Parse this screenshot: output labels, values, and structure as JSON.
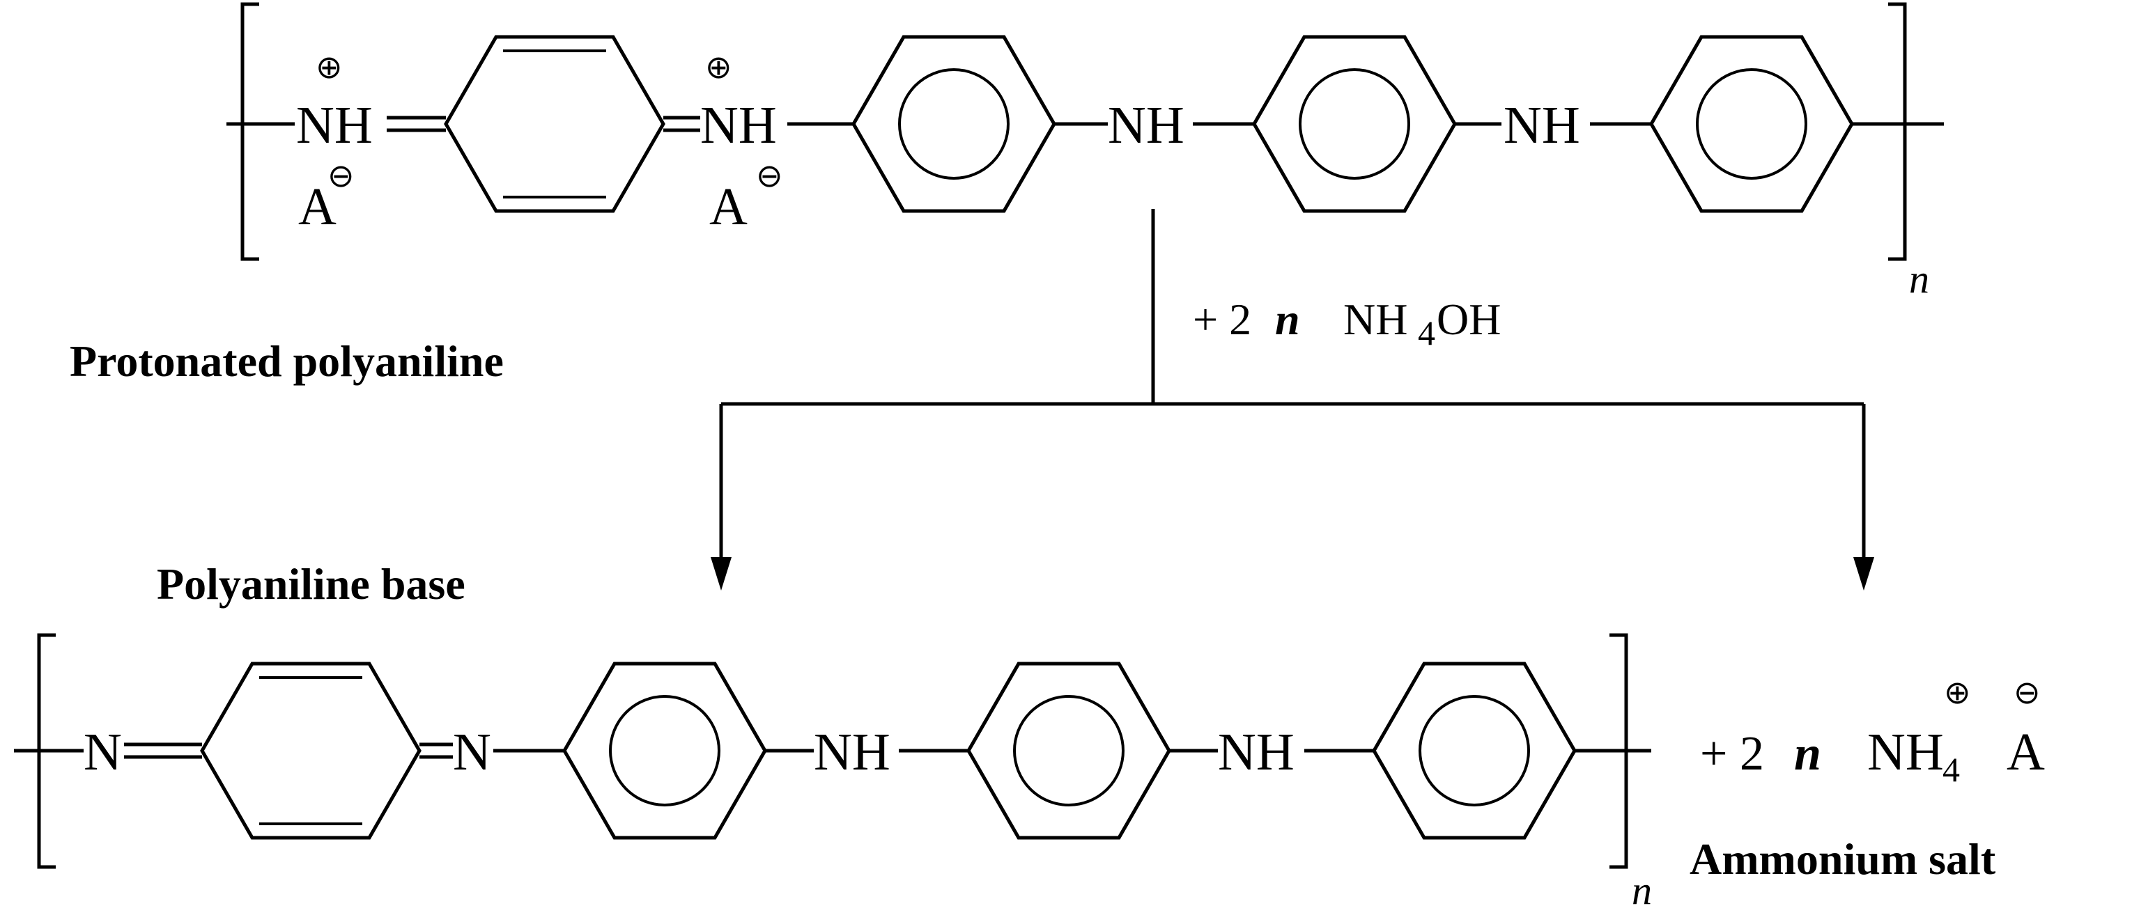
{
  "labels": {
    "reactant": "Protonated polyaniline",
    "product_base": "Polyaniline base",
    "product_salt": "Ammonium salt"
  },
  "reagent": {
    "coef": "+ 2",
    "n": "n",
    "species": "NH",
    "sub": "4",
    "tail": "OH"
  },
  "atoms": {
    "nh": "NH",
    "n": "N",
    "anion": "A",
    "repeat_n": "n"
  },
  "byproduct": {
    "coef": "+ 2",
    "n": "n",
    "species": "NH",
    "sub": "4",
    "anion": "A"
  },
  "charges": {
    "plus": "⊕",
    "minus": "⊖"
  }
}
